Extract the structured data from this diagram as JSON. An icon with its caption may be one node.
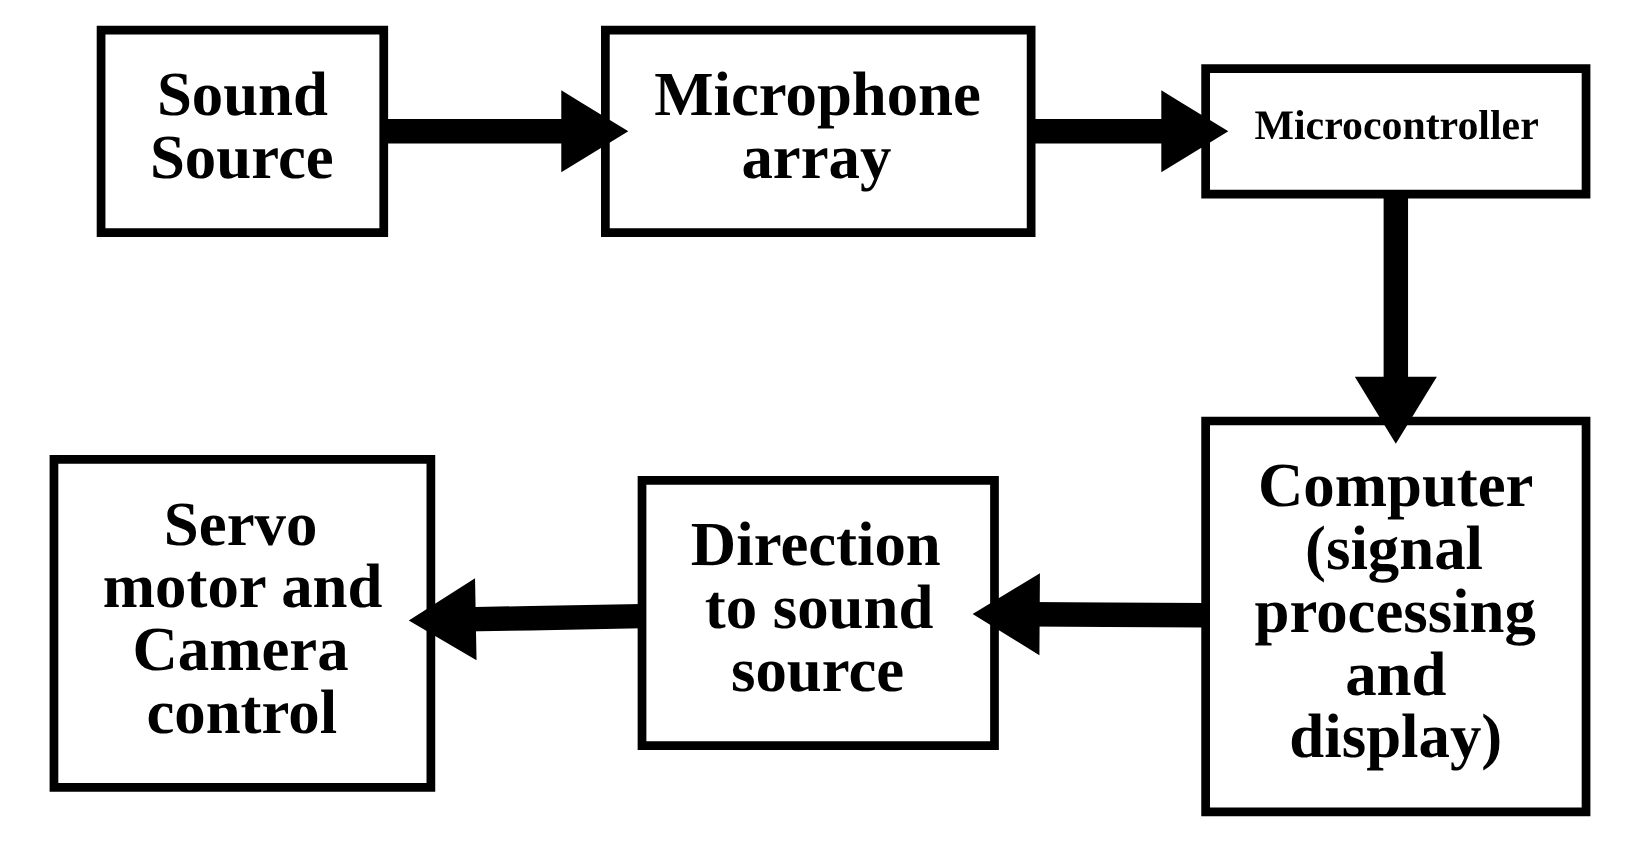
{
  "diagram": {
    "nodes": [
      {
        "text": [
          "Sound Source"
        ]
      },
      {
        "text": [
          "Microphone array"
        ]
      },
      {
        "text": [
          "Microcontroller"
        ]
      },
      {
        "text": [
          "Computer (signal processing and display)"
        ]
      },
      {
        "text": [
          "Direction to sound source"
        ]
      },
      {
        "text": [
          "Servo motor and Camera control"
        ]
      }
    ],
    "edges": [
      {
        "from": 0,
        "to": 1,
        "arrow": "to"
      },
      {
        "from": 1,
        "to": 2,
        "arrow": "to"
      },
      {
        "from": 2,
        "to": 3,
        "arrow": "to"
      },
      {
        "from": 3,
        "to": 4,
        "arrow": "to"
      },
      {
        "from": 4,
        "to": 5,
        "arrow": "to"
      }
    ]
  }
}
